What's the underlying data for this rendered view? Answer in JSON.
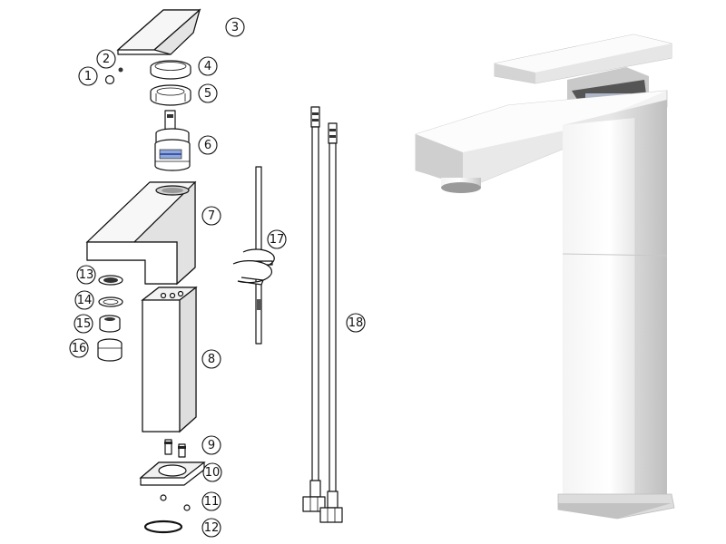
{
  "diagram": {
    "parts": [
      {
        "num": "1"
      },
      {
        "num": "2"
      },
      {
        "num": "3"
      },
      {
        "num": "4"
      },
      {
        "num": "5"
      },
      {
        "num": "6"
      },
      {
        "num": "7"
      },
      {
        "num": "8"
      },
      {
        "num": "9"
      },
      {
        "num": "10"
      },
      {
        "num": "11"
      },
      {
        "num": "12"
      },
      {
        "num": "13"
      },
      {
        "num": "14"
      },
      {
        "num": "15"
      },
      {
        "num": "16"
      },
      {
        "num": "17"
      },
      {
        "num": "18"
      }
    ]
  }
}
